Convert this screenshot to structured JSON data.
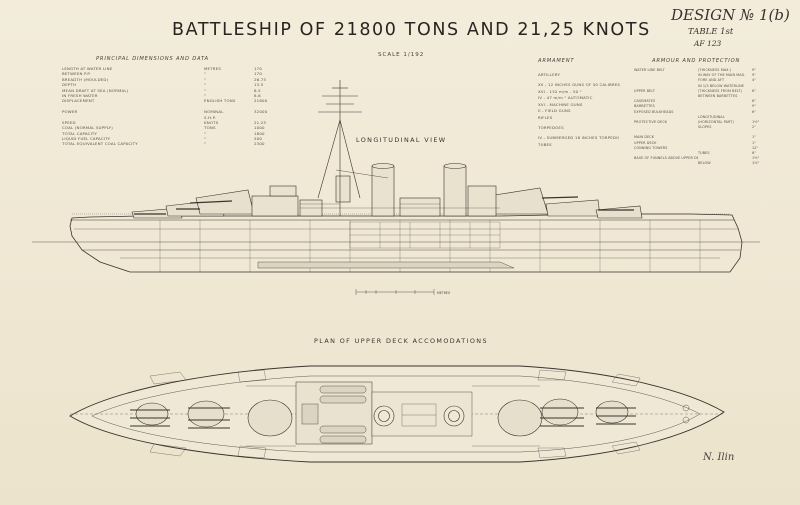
{
  "title": "BATTLESHIP OF 21800 TONS AND 21,25 KNOTS",
  "design_no": "DESIGN № 1(b)",
  "table_no": "TABLE 1st",
  "ref_no": "AF 123",
  "scale_label": "SCALE 1/192",
  "headers": {
    "principal": "PRINCIPAL DIMENSIONS AND DATA",
    "armament": "ARMAMENT",
    "protection": "ARMOUR AND PROTECTION"
  },
  "principal_rows": [
    {
      "label": "LENGTH AT WATER LINE",
      "unit": "METRES",
      "value": "170"
    },
    {
      "label": "BETWEEN P.P.",
      "unit": "\"",
      "value": "170"
    },
    {
      "label": "BREADTH (MOULDED)",
      "unit": "\"",
      "value": "26.75"
    },
    {
      "label": "DEPTH",
      "unit": "\"",
      "value": "13.5"
    },
    {
      "label": "MEAN DRAFT AT SEA (NORMAL)",
      "unit": "\"",
      "value": "8.5"
    },
    {
      "label": "IN FRESH WATER",
      "unit": "\"",
      "value": "8.6"
    },
    {
      "label": "DISPLACEMENT",
      "unit": "ENGLISH TONS",
      "value": "21800"
    },
    {
      "label": "",
      "unit": "",
      "value": ""
    },
    {
      "label": "POWER",
      "unit": "NOMINAL",
      "value": "32000"
    },
    {
      "label": "",
      "unit": "S.H.P.",
      "value": ""
    },
    {
      "label": "SPEED",
      "unit": "KNOTS",
      "value": "21.25"
    },
    {
      "label": "COAL (NORMAL SUPPLY)",
      "unit": "TONS",
      "value": "1000"
    },
    {
      "label": "TOTAL CAPACITY",
      "unit": "\"",
      "value": "1800"
    },
    {
      "label": "LIQUID FUEL CAPACITY",
      "unit": "\"",
      "value": "500"
    },
    {
      "label": "TOTAL EQUIVALENT COAL CAPACITY",
      "unit": "\"",
      "value": "2300"
    }
  ],
  "armament_rows": [
    {
      "text": "ARTILLERY",
      "gap": true
    },
    {
      "text": "XII - 12 INCHES GUNS OF 50 CALIBRES",
      "gap": false
    },
    {
      "text": "XVI - 152 m/m - 50  \"",
      "gap": false
    },
    {
      "text": "IV - 47 m/m  \"  AUTOMATIC",
      "gap": false
    },
    {
      "text": "XVI - MACHINE GUNS",
      "gap": false
    },
    {
      "text": "II - FIELD GUNS",
      "gap": false
    },
    {
      "text": "RIFLES",
      "gap": true
    },
    {
      "text": "TORPEDOES",
      "gap": true
    },
    {
      "text": "IV - SUBMERGED 18 INCHES TORPEDO",
      "gap": false
    },
    {
      "text": "TUBES",
      "gap": false
    }
  ],
  "protection_rows": [
    {
      "label": "WATER LINE BELT",
      "detail": "(THICKNESS MAX.)",
      "value": "9\""
    },
    {
      "label": "",
      "detail": "IN WAY OF THE MAIN MAG.",
      "value": "9\""
    },
    {
      "label": "",
      "detail": "FORE AND AFT",
      "value": "4\""
    },
    {
      "label": "",
      "detail": "IN 1/3 BELOW WATERLINE",
      "value": ""
    },
    {
      "label": "UPPER BELT",
      "detail": "(THICKNESS FROM BELT)",
      "value": "6\""
    },
    {
      "label": "",
      "detail": "BETWEEN BARBETTES",
      "value": ""
    },
    {
      "label": "CASEMATES",
      "detail": "",
      "value": "6\""
    },
    {
      "label": "BARBETTES",
      "detail": "",
      "value": "9\""
    },
    {
      "label": "EXPOSED BULKHEADS",
      "detail": "",
      "value": "6\""
    },
    {
      "label": "",
      "detail": "LONGITUDINAL",
      "value": ""
    },
    {
      "label": "PROTECTIVE DECK",
      "detail": "(HORIZONTAL PART)",
      "value": "1½\""
    },
    {
      "label": "",
      "detail": "SLOPES",
      "value": "2\""
    },
    {
      "label": "",
      "detail": "",
      "value": ""
    },
    {
      "label": "MAIN DECK",
      "detail": "",
      "value": "1\""
    },
    {
      "label": "UPPER DECK",
      "detail": "",
      "value": "1\""
    },
    {
      "label": "CONNING TOWERS",
      "detail": "",
      "value": "12\""
    },
    {
      "label": "",
      "detail": "TUBES",
      "value": "6\""
    },
    {
      "label": "BASE OF FUNNELS ABOVE UPPER DECK",
      "detail": "",
      "value": "1½\""
    },
    {
      "label": "",
      "detail": "BELOW",
      "value": "1½\""
    }
  ],
  "longitudinal_label": "LONGITUDINAL  VIEW",
  "plan_label": "PLAN  OF  UPPER DECK  ACCOMODATIONS",
  "scale_bar_label": "METRES",
  "signature": "N. Ilin"
}
